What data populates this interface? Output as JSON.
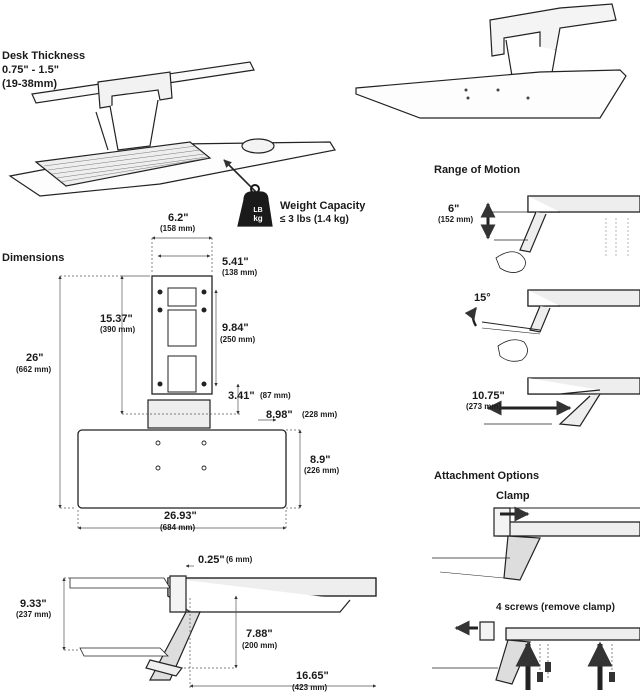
{
  "headings": {
    "desk_thickness": "Desk Thickness",
    "dimensions": "Dimensions",
    "range_of_motion": "Range of Motion",
    "attachment_options": "Attachment Options"
  },
  "desk": {
    "range_in": "0.75\" - 1.5\"",
    "range_mm": "(19-38mm)"
  },
  "weight": {
    "title": "Weight Capacity",
    "value": "≤ 3 lbs (1.4 kg)",
    "icon_top": "LB",
    "icon_bottom": "kg"
  },
  "dims": {
    "d1": {
      "in": "6.2\"",
      "mm": "(158 mm)"
    },
    "d2": {
      "in": "5.41\"",
      "mm": "(138 mm)"
    },
    "d3": {
      "in": "15.37\"",
      "mm": "(390 mm)"
    },
    "d4": {
      "in": "9.84\"",
      "mm": "(250 mm)"
    },
    "d5": {
      "in": "26\"",
      "mm": "(662 mm)"
    },
    "d6": {
      "in": "3.41\"",
      "mm": "(87 mm)"
    },
    "d7": {
      "in": "8.98\"",
      "mm": "(228 mm)"
    },
    "d8": {
      "in": "8.9\"",
      "mm": "(226 mm)"
    },
    "d9": {
      "in": "26.93\"",
      "mm": "(684 mm)"
    },
    "d10": {
      "in": "0.25\"",
      "mm": "(6 mm)"
    },
    "d11": {
      "in": "9.33\"",
      "mm": "(237 mm)"
    },
    "d12": {
      "in": "7.88\"",
      "mm": "(200 mm)"
    },
    "d13": {
      "in": "16.65\"",
      "mm": "(423 mm)"
    }
  },
  "motion": {
    "m1": {
      "in": "6\"",
      "mm": "(152 mm)"
    },
    "m2": {
      "in": "15°"
    },
    "m3": {
      "in": "10.75\"",
      "mm": "(273 mm)"
    }
  },
  "attach": {
    "clamp": "Clamp",
    "screws": "4 screws (remove clamp)"
  }
}
